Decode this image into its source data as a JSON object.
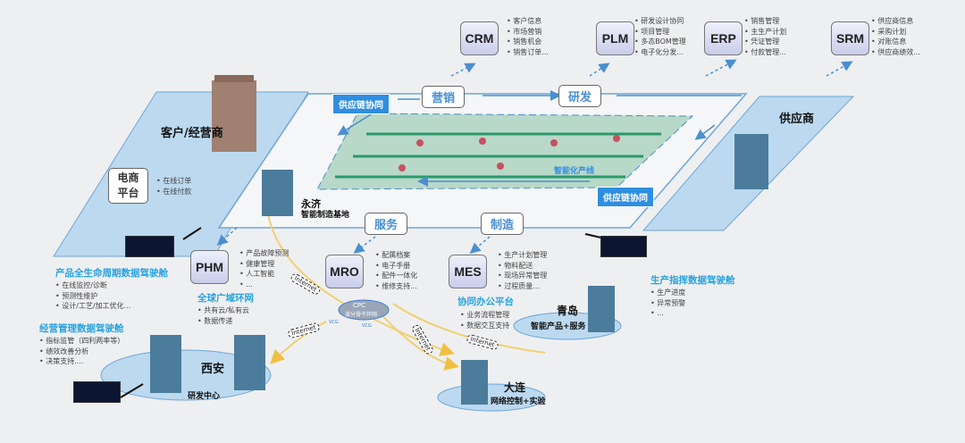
{
  "systems": [
    {
      "name": "CRM",
      "items": [
        "客户信息",
        "市场营销",
        "销售机会",
        "销售订单..."
      ]
    },
    {
      "name": "PLM",
      "items": [
        "研发设计协同",
        "项目管理",
        "多态BOM管理",
        "电子化分发..."
      ]
    },
    {
      "name": "ERP",
      "items": [
        "销售管理",
        "主生产计划",
        "凭证管理",
        "付款管理..."
      ]
    },
    {
      "name": "SRM",
      "items": [
        "供应商信息",
        "采购计划",
        "对账信息",
        "供应商绩效..."
      ]
    },
    {
      "name": "PHM",
      "items": [
        "产品故障预测",
        "健康管理",
        "人工智能",
        "..."
      ]
    },
    {
      "name": "MRO",
      "items": [
        "配属档案",
        "电子手册",
        "配件一体化",
        "维修支持..."
      ]
    },
    {
      "name": "MES",
      "items": [
        "生产计划管理",
        "物料配送",
        "现场异常管理",
        "过程质量..."
      ]
    }
  ],
  "flows": {
    "marketing": "营销",
    "rnd": "研发",
    "service": "服务",
    "manufacturing": "制造",
    "supply_chain_1": "供应链协同",
    "supply_chain_2": "供应链协同"
  },
  "platform": {
    "customer": "客户/经营商",
    "supplier": "供应商",
    "ecommerce": "电商\n平台",
    "ecommerce_items": [
      "在线订单",
      "在线付款"
    ],
    "base_name": "永济",
    "base_sub": "智能制造基地",
    "line_label": "智能化产线"
  },
  "cockpits": [
    {
      "title": "产品全生命周期数据驾驶舱",
      "items": [
        "在线监控/诊断",
        "预测性维护",
        "设计/工艺/加工优化..."
      ]
    },
    {
      "title": "经营管理数据驾驶舱",
      "items": [
        "指标监管（四利两率等）",
        "绩效改善分析",
        "决策支持...."
      ]
    },
    {
      "title": "生产指挥数据驾驶舱",
      "items": [
        "生产进度",
        "异常预警",
        "..."
      ]
    }
  ],
  "network": {
    "title": "全球广域环网",
    "items": [
      "共有云/私有云",
      "数据传递"
    ],
    "cloud_top": "CPC",
    "cloud_bottom": "波分骨干环网",
    "vcg": "VCG",
    "internet": "Internet"
  },
  "office": {
    "title": "协同办公平台",
    "items": [
      "业务流程管理",
      "数据交互支持"
    ]
  },
  "sites": [
    {
      "city": "西安",
      "role": "研发中心"
    },
    {
      "city": "青岛",
      "role": "智能产品+服务"
    },
    {
      "city": "大连",
      "role": "网络控制+实验"
    }
  ],
  "colors": {
    "accent": "#27a3e0",
    "chain": "#2f8ee0",
    "platform_fill": "#bcd9f0",
    "line": "#4a8fd0"
  }
}
